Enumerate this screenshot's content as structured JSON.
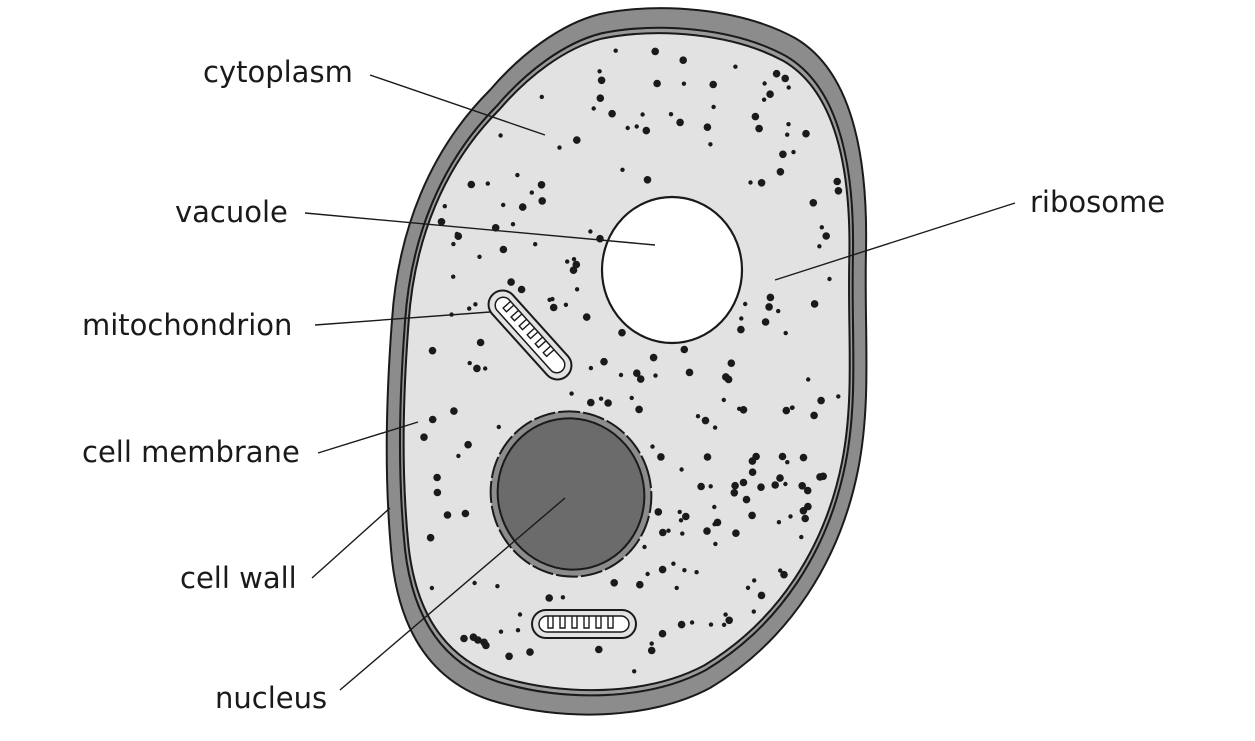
{
  "diagram": {
    "labels": {
      "cytoplasm": "cytoplasm",
      "vacuole": "vacuole",
      "mitochondrion": "mitochondrion",
      "cell_membrane": "cell membrane",
      "cell_wall": "cell wall",
      "nucleus": "nucleus",
      "ribosome": "ribosome"
    },
    "colors": {
      "cell_wall": "#8c8c8c",
      "cytoplasm": "#e2e2e2",
      "nucleus": "#6b6b6b",
      "vacuole": "#ffffff",
      "outline": "#1a1a1a"
    }
  }
}
